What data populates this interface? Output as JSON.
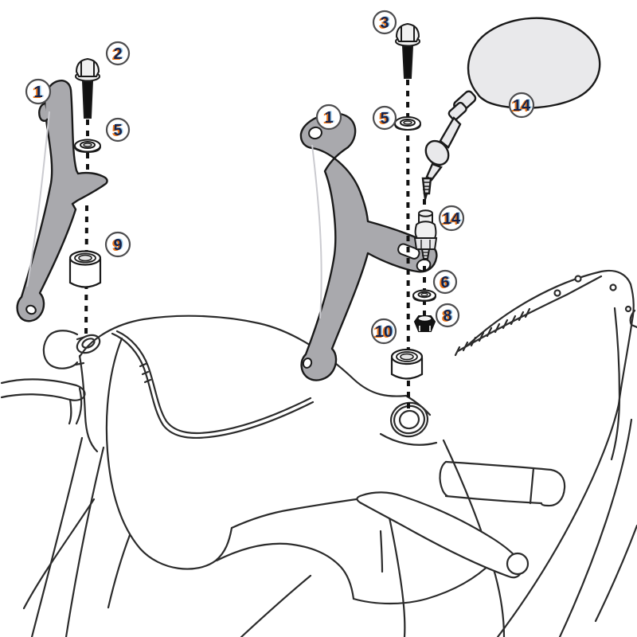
{
  "diagram": {
    "type": "parts-assembly-exploded-diagram",
    "subject": "scooter windscreen bracket mounting kit with mirror relocation",
    "background_color": "#ffffff",
    "line_color": "#231f20",
    "bracket_fill_color": "#a9a9ad",
    "mirror_fill_color": "#e9e9eb",
    "hardware_fill_color": "#f1f1f1",
    "callout_style": {
      "circle_fill": "#ffffff",
      "circle_border": "#4d4d4f",
      "number_color": "#15214b",
      "number_shadow_orange": "#f07818",
      "number_shadow_blue": "#8fc6ea"
    }
  },
  "callouts": [
    {
      "label": "1",
      "part": "left-mounting-bracket"
    },
    {
      "label": "2",
      "part": "hex-bolt-left"
    },
    {
      "label": "5",
      "part": "washer-left"
    },
    {
      "label": "9",
      "part": "spacer-left"
    },
    {
      "label": "3",
      "part": "hex-bolt-right"
    },
    {
      "label": "5",
      "part": "washer-right"
    },
    {
      "label": "1",
      "part": "right-mounting-bracket"
    },
    {
      "label": "14",
      "part": "mirror"
    },
    {
      "label": "14",
      "part": "mirror-adapter"
    },
    {
      "label": "6",
      "part": "washer-small"
    },
    {
      "label": "8",
      "part": "hex-nut"
    },
    {
      "label": "10",
      "part": "spacer-right"
    }
  ]
}
